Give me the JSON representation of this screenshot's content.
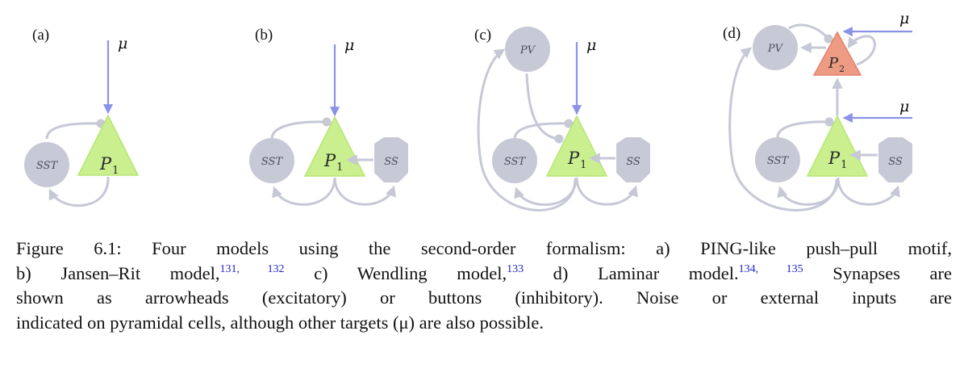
{
  "colors": {
    "node_gray": "#c8c9d6",
    "connection_gray": "#c6c8d6",
    "p1_green": "#c9ef8f",
    "p1_green_stroke": "#b8e676",
    "p2_red": "#ee9b84",
    "p2_red_stroke": "#e3826a",
    "input_blue": "#8b92e8",
    "citation_blue": "#2323d2"
  },
  "panels": [
    {
      "label": "(a)",
      "title": "PING-like push–pull motif",
      "nodes": [
        "SST",
        "P1"
      ],
      "inputs": [
        "μ"
      ]
    },
    {
      "label": "(b)",
      "title": "Jansen–Rit model",
      "nodes": [
        "SST",
        "P1",
        "SS"
      ],
      "inputs": [
        "μ"
      ]
    },
    {
      "label": "(c)",
      "title": "Wendling model",
      "nodes": [
        "PV",
        "SST",
        "P1",
        "SS"
      ],
      "inputs": [
        "μ"
      ]
    },
    {
      "label": "(d)",
      "title": "Laminar model",
      "nodes": [
        "PV",
        "P2",
        "SST",
        "P1",
        "SS"
      ],
      "inputs": [
        "μ",
        "μ"
      ]
    }
  ],
  "node_labels": {
    "sst": "SST",
    "pv": "PV",
    "ss": "SS",
    "p": "P",
    "p1_sub": "1",
    "p2_sub": "2",
    "mu": "μ"
  },
  "caption": {
    "line1": "Figure 6.1: Four models using the second-order formalism: a) PING-like push–pull motif,",
    "line2_a": "b) Jansen–Rit model,",
    "cite1": "131, 132",
    "line2_b": " c) Wendling model,",
    "cite2": "133",
    "line2_c": " d) Laminar model.",
    "cite3": "134, 135",
    "line2_d": " Synapses are",
    "line3": "shown as arrowheads (excitatory) or buttons (inhibitory). Noise or external inputs are",
    "line4": "indicated on pyramidal cells, although other targets (μ) are also possible."
  }
}
